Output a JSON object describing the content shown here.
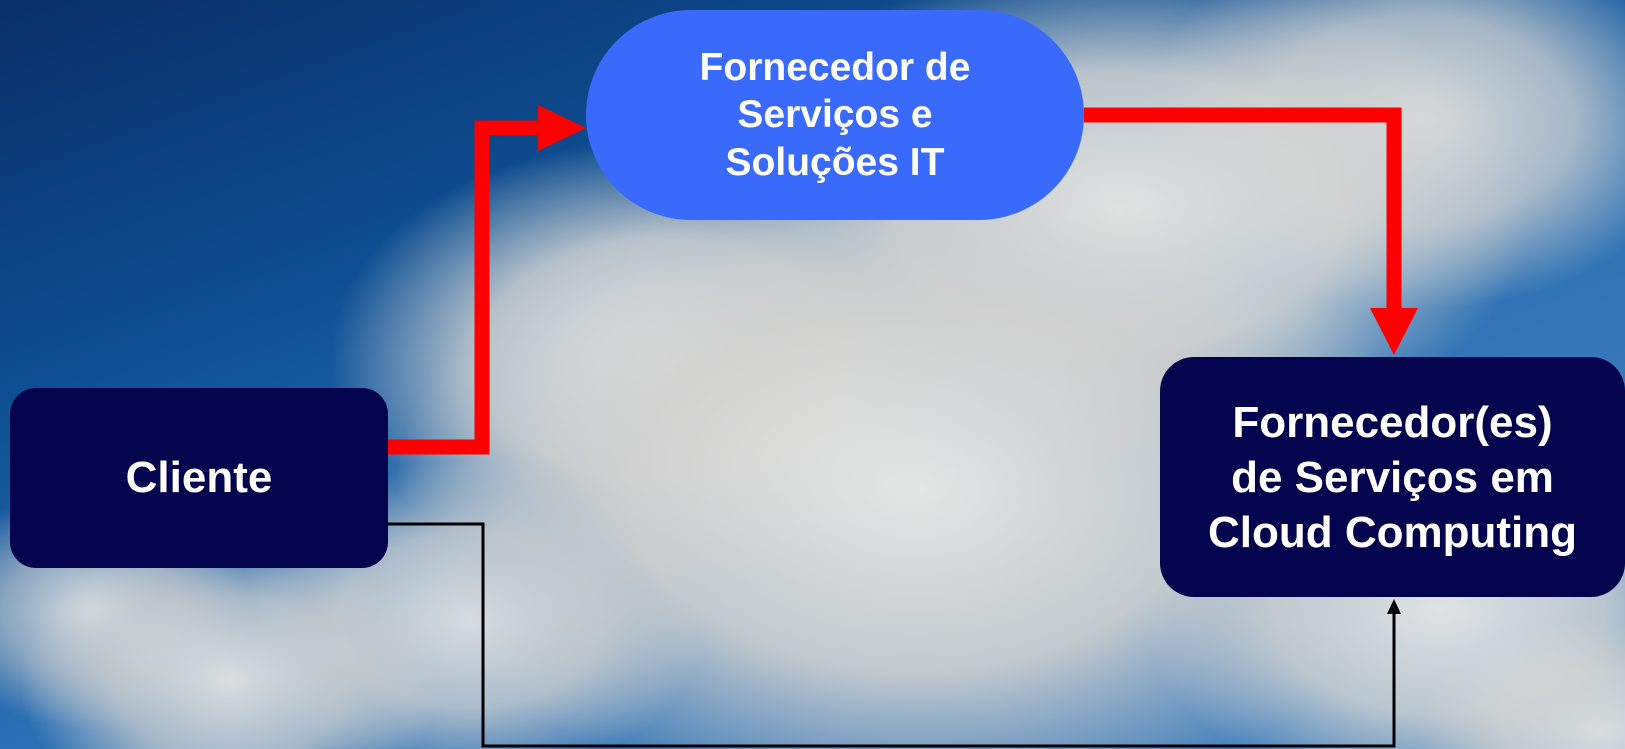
{
  "nodes": {
    "provider": "Fornecedor de\nServiços e\nSoluções IT",
    "client": "Cliente",
    "cloud": "Fornecedor(es)\nde Serviços em\nCloud Computing"
  },
  "colors": {
    "provider_fill": "#3a6afc",
    "node_fill": "#04044e",
    "text": "#ffffff",
    "primary_edge": "#ff0000",
    "secondary_edge": "#000000"
  },
  "edges": [
    {
      "from": "client",
      "to": "provider",
      "style": "thick",
      "color": "red"
    },
    {
      "from": "provider",
      "to": "cloud",
      "style": "thick",
      "color": "red"
    },
    {
      "from": "client",
      "to": "cloud",
      "style": "thin",
      "color": "black"
    }
  ]
}
